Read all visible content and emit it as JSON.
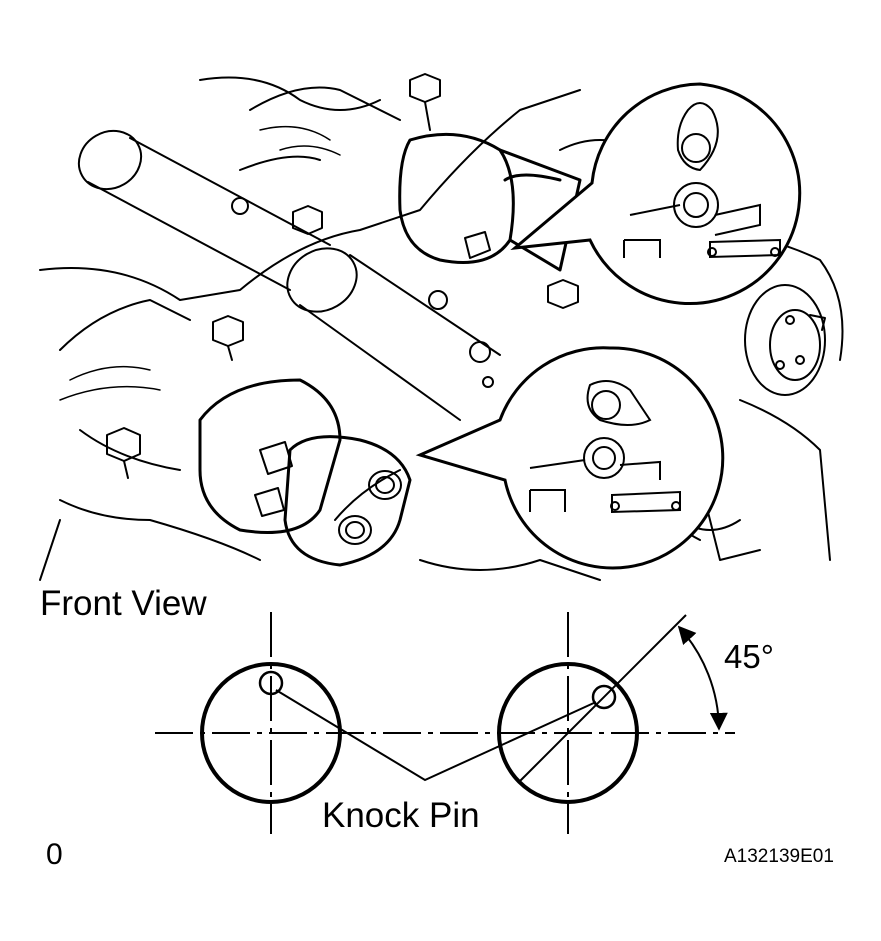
{
  "labels": {
    "front_view": "Front View",
    "angle": "45°",
    "knock_pin": "Knock Pin",
    "corner_mark": "0",
    "figure_code": "A132139E01"
  },
  "colors": {
    "line": "#000000",
    "background": "#ffffff"
  }
}
